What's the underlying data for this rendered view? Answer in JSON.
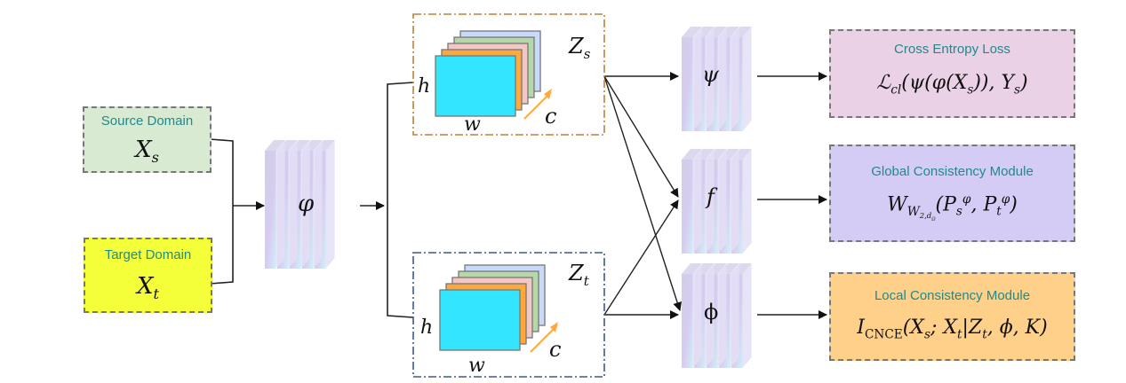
{
  "inputs": {
    "source": {
      "label": "Source Domain",
      "symbol": "X",
      "sub": "s",
      "fill": "#d9ead3"
    },
    "target": {
      "label": "Target Domain",
      "symbol": "X",
      "sub": "t",
      "fill": "#f4ff3a"
    }
  },
  "encoder": {
    "symbol": "φ"
  },
  "features": {
    "source": {
      "symbol": "Z",
      "sub": "s",
      "border": "#b8843a"
    },
    "target": {
      "symbol": "Z",
      "sub": "t",
      "border": "#3a5a8a"
    },
    "axes": {
      "height": "h",
      "width": "w",
      "channel": "c"
    },
    "slice_colors": [
      "#33e5ff",
      "#ffa83c",
      "#f4c7c7",
      "#b6d7a8",
      "#c9daf8"
    ]
  },
  "heads": [
    {
      "id": "psi",
      "symbol": "ψ"
    },
    {
      "id": "f",
      "symbol": "f"
    },
    {
      "id": "phi",
      "symbol": "ϕ"
    }
  ],
  "outputs": [
    {
      "id": "cross-entropy",
      "label": "Cross Entropy Loss",
      "formula_html": "ℒ<sub>cl</sub>(ψ(φ(X<sub>s</sub>)), Y<sub>s</sub>)",
      "fill": "#ead1e6"
    },
    {
      "id": "global-consistency",
      "label": "Global Consistency Module",
      "formula_html": "W<sub>W<sub>2,d<sub>Ω</sub></sub></sub>(P<sub>s</sub><sup>φ</sup>, P<sub>t</sub><sup>φ</sup>)",
      "fill": "#d4ccf5"
    },
    {
      "id": "local-consistency",
      "label": "Local Consistency Module",
      "formula_html": "I<sub style=\"font-style:normal\">CNCE</sub>(X<sub>s</sub>; X<sub>t</sub>|Z<sub>t</sub>, ϕ, K)",
      "fill": "#ffd08a"
    }
  ]
}
